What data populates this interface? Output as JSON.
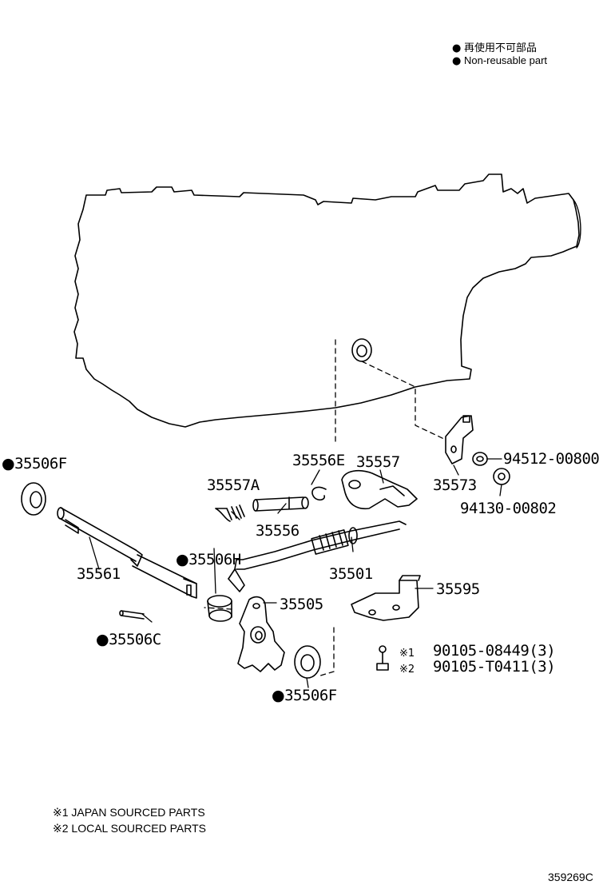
{
  "legend": {
    "marker": "●",
    "text_jp": "再使用不可部品",
    "text_en": "Non-reusable part"
  },
  "labels": {
    "p35506F_top": "35506F",
    "p35561": "35561",
    "p35506C": "35506C",
    "p35506H": "35506H",
    "p35557A": "35557A",
    "p35556": "35556",
    "p35556E": "35556E",
    "p35557": "35557",
    "p35573": "35573",
    "p94512": "94512-00800",
    "p94130": "94130-00802",
    "p35501": "35501",
    "p35505": "35505",
    "p35595": "35595",
    "p35506F_bottom": "35506F",
    "bolt1": "90105-08449(3)",
    "bolt2": "90105-T0411(3)",
    "bolt1_mark": "※1",
    "bolt2_mark": "※2"
  },
  "footnotes": {
    "note1": "※1 JAPAN SOURCED PARTS",
    "note2": "※2 LOCAL SOURCED PARTS"
  },
  "diagram_id": "359269C"
}
